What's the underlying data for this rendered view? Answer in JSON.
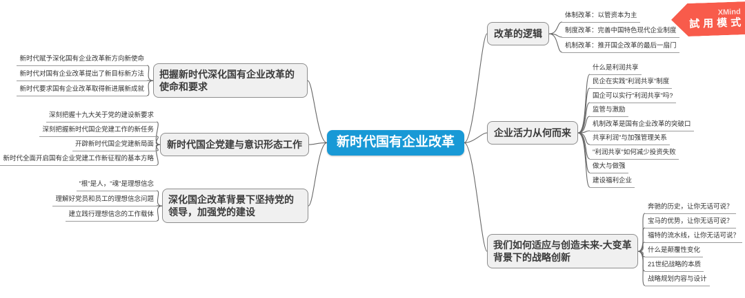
{
  "badge": {
    "brand": "XMind",
    "mode": "試用模式"
  },
  "central": {
    "label": "新时代国有企业改革"
  },
  "left_branches": [
    {
      "label": "把握新时代深化国有企业改革的使命和要求",
      "children": [
        "新时代赋予深化国有企业改革新方向新使命",
        "新时代对国有企业改革提出了新目标新方法",
        "新时代要求国有企业改革取得新进展新成就"
      ]
    },
    {
      "label": "新时代国企党建与意识形态工作",
      "children": [
        "深刻把握十九大关于党的建设新要求",
        "深刻把握新时代国企党建工作的新任务",
        "开辟新时代国企党建新局面",
        "新时代全面开启国有企业党建工作新征程的基本方略"
      ]
    },
    {
      "label": "深化国企改革背景下坚持党的领导，加强党的建设",
      "children": [
        "\"根\"是人，\"魂\"是理想信念",
        "理解好党员和员工的理想信念问题",
        "建立践行理想信念的工作载体"
      ]
    }
  ],
  "right_branches": [
    {
      "label": "改革的逻辑",
      "children": [
        "体制改革：以管资本为主",
        "制度改革：完善中国特色现代企业制度",
        "机制改革：推开国企改革的最后一扇门"
      ]
    },
    {
      "label": "企业活力从何而来",
      "children": [
        "什么是利润共享",
        "民企在实践\"利润共享\"制度",
        "国企可以实行\"利润共享\"吗?",
        "监管与激励",
        "机制改革是国有企业改革的突破口",
        "共享利润\"与加强管理关系",
        "\"利润共享\"如何减少投资失败",
        "做大与做强",
        "建设福利企业"
      ]
    },
    {
      "label": "我们如何适应与创造未来-大变革背景下的战略创新",
      "children": [
        "奔驰的历史，让你无话可说？",
        "宝马的优势，让你无话可说？",
        "福特的流水线，让你无话可说？",
        "什么是颠覆性变化",
        "21世纪战略的本质",
        "战略规划内容与设计"
      ]
    }
  ],
  "colors": {
    "central_bg": "#1899d6",
    "badge_bg": "#f85b4b",
    "branch_bg": "#f0f0f0",
    "branch_border": "#8c8c8c",
    "line": "#666666"
  }
}
